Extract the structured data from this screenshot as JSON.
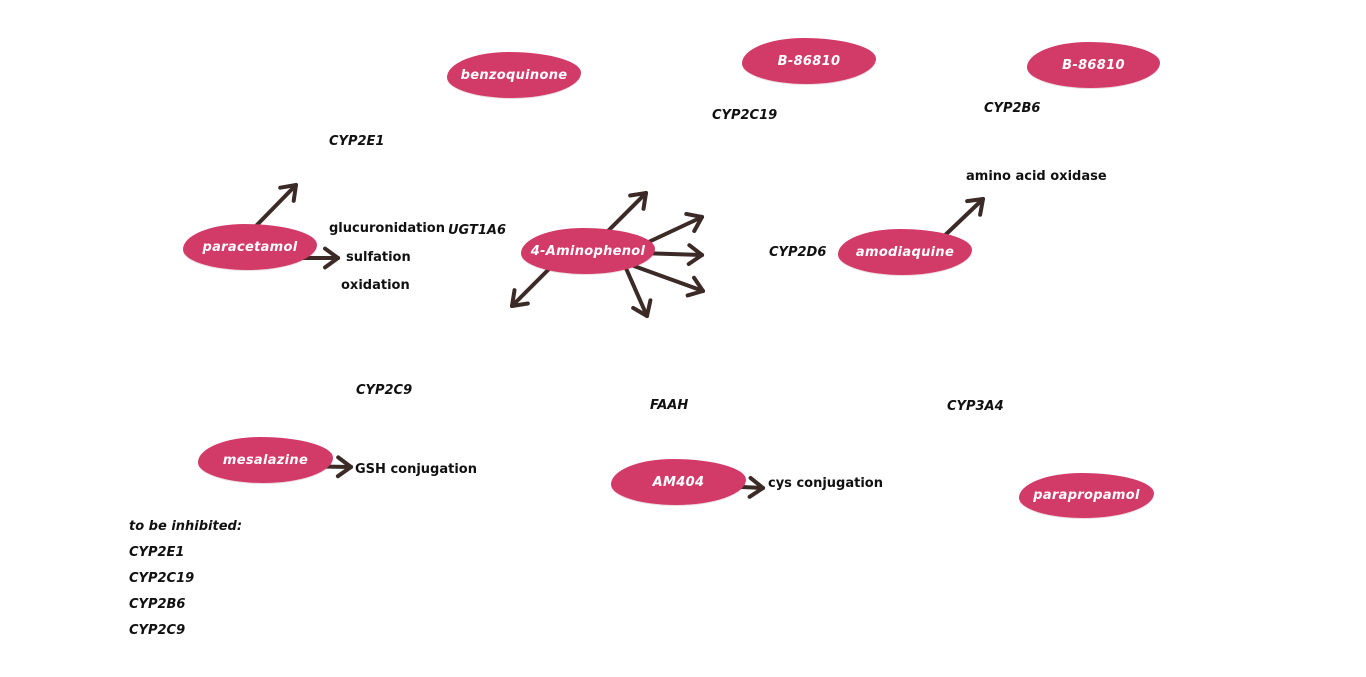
{
  "compounds": {
    "benzoquinone": "benzoquinone",
    "b86810_a": "B-86810",
    "b86810_b": "B-86810",
    "paracetamol": "paracetamol",
    "aminophenol": "4-Aminophenol",
    "amodiaquine": "amodiaquine",
    "mesalazine": "mesalazine",
    "am404": "AM404",
    "parapropamol": "parapropamol"
  },
  "enzymes": {
    "cyp2e1": "CYP2E1",
    "cyp2c19": "CYP2C19",
    "cyp2b6": "CYP2B6",
    "ugt1a6": "UGT1A6",
    "cyp2d6": "CYP2D6",
    "cyp2c9": "CYP2C9",
    "faah": "FAAH",
    "cyp3a4": "CYP3A4"
  },
  "reactions": {
    "amino_acid_oxidase": "amino acid oxidase",
    "glucuronidation": "glucuronidation",
    "sulfation": "sulfation",
    "oxidation": "oxidation",
    "gsh_conjugation": "GSH conjugation",
    "cys_conjugation": "cys conjugation"
  },
  "inhibited": {
    "title": "to be inhibited:",
    "items": [
      "CYP2E1",
      "CYP2C19",
      "CYP2B6",
      "CYP2C9"
    ]
  },
  "colors": {
    "blob": "#d23a68",
    "arrow": "#3b2a26",
    "text": "#111111"
  }
}
